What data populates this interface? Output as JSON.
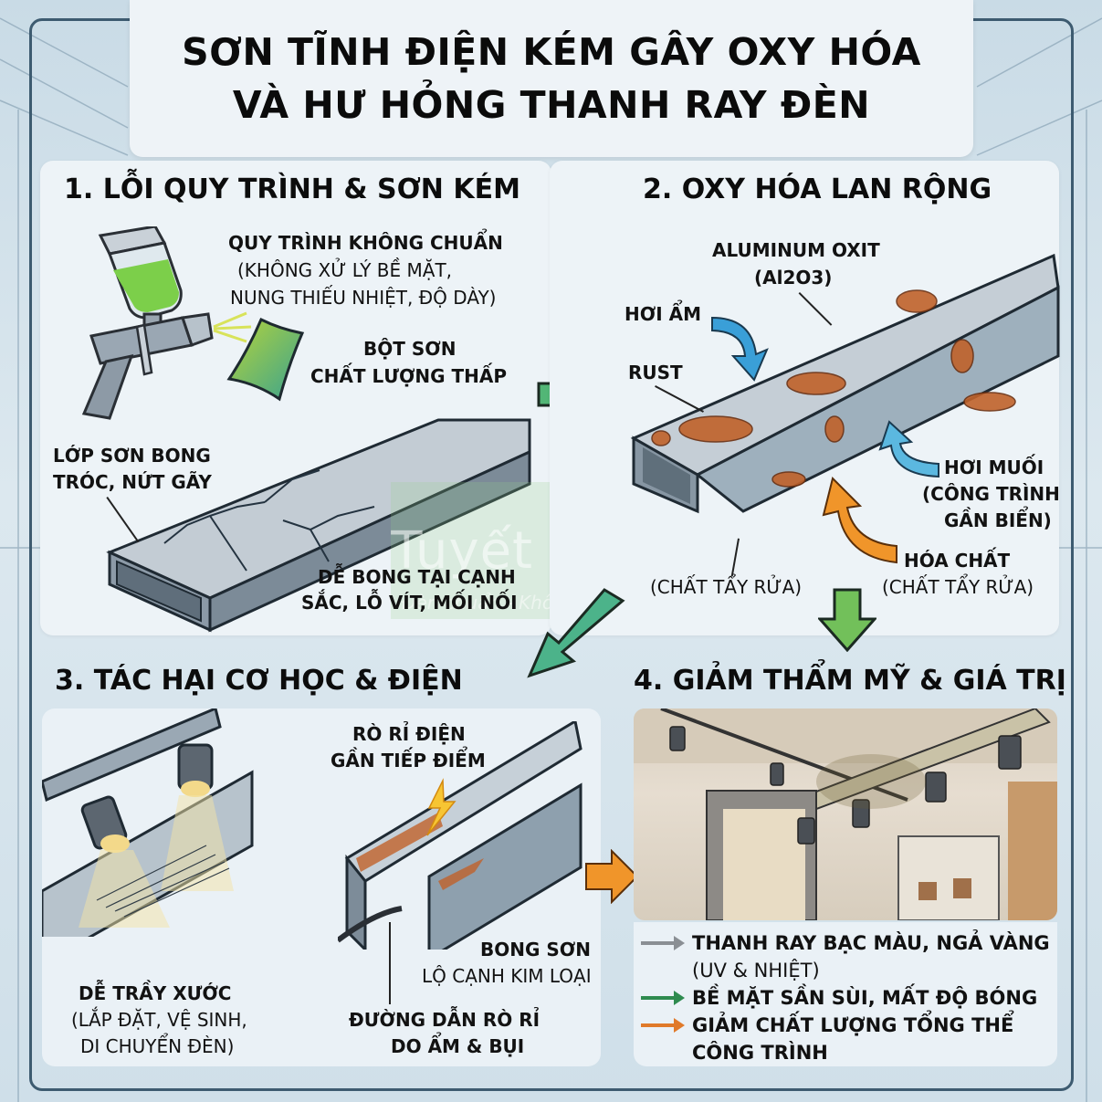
{
  "title": {
    "line1": "SƠN TĨNH ĐIỆN KÉM GÂY OXY HÓA",
    "line2": "VÀ HƯ HỎNG THANH RAY ĐÈN"
  },
  "sections": [
    {
      "number": "1",
      "title": "1. LỖI QUY TRÌNH & SƠN KÉM",
      "labels": {
        "process": [
          "QUY TRÌNH KHÔNG CHUẨN",
          "(KHÔNG XỬ LÝ BỀ MẶT,",
          "NUNG THIẾU NHIỆT, ĐỘ DÀY)"
        ],
        "powder": [
          "BỘT SƠN",
          "CHẤT LƯỢNG THẤP"
        ],
        "peeling": [
          "LỚP SƠN BONG",
          "TRÓC, NỨT GÃY"
        ],
        "edges": [
          "DỄ BONG TẠI CẠNH",
          "SẮC, LỖ VÍT, MỐI NỐI"
        ]
      },
      "icons": [
        "spray-gun-icon",
        "powder-sheet-icon",
        "cracked-rail-icon"
      ]
    },
    {
      "number": "2",
      "title": "2. OXY HÓA LAN RỘNG",
      "labels": {
        "oxide": [
          "ALUMINUM OXIT",
          "(Al2O3)"
        ],
        "moisture": "HƠI ẨM",
        "rust": "RUST",
        "salt": [
          "HƠI MUỐI",
          "(CÔNG TRÌNH",
          "GẦN BIỂN)"
        ],
        "chemical": [
          "HÓA CHẤT",
          "(CHẤT TẨY RỬA)"
        ],
        "cleaner": "(CHẤT TẨY RỬA)"
      },
      "icons": [
        "rusted-rail-icon"
      ]
    },
    {
      "number": "3",
      "title": "3. TÁC HẠI CƠ HỌC & ĐIỆN",
      "labels": {
        "leak": [
          "RÒ RỈ ĐIỆN",
          "GẦN TIẾP ĐIỂM"
        ],
        "scratch": [
          "DỄ TRẦY XƯỚC",
          "(LẮP ĐẶT, VỆ SINH,",
          "DI CHUYỂN ĐÈN)"
        ],
        "peel_edge": [
          "BONG SƠN",
          "LỘ CẠNH KIM LOẠI"
        ],
        "leak_path": [
          "ĐƯỜNG DẪN RÒ RỈ",
          "DO ẨM & BỤI"
        ]
      },
      "icons": [
        "track-light-icon",
        "lightning-icon",
        "cable-icon"
      ]
    },
    {
      "number": "4",
      "title": "4. GIẢM THẨM MỸ & GIÁ TRỊ",
      "legend": [
        {
          "arrow_color": "#8a8f94",
          "text": "THANH RAY BẠC MÀU, NGẢ VÀNG",
          "sub": "(UV & NHIỆT)"
        },
        {
          "arrow_color": "#2e8b4f",
          "text": "BỀ MẶT SẦN SÙI, MẤT ĐỘ BÓNG",
          "sub": ""
        },
        {
          "arrow_color": "#e07a2a",
          "text": "GIẢM CHẤT LƯỢNG TỔNG THỂ",
          "sub": "CÔNG TRÌNH"
        }
      ],
      "icons": [
        "showroom-scene-icon"
      ]
    }
  ],
  "watermark": {
    "brand": "Tuyết Lights",
    "tagline": "Đèn chuẩn - Không gian chất"
  },
  "colors": {
    "flow_arrow_green": "#4cb36a",
    "arrow_orange": "#f0952a",
    "arrow_blue": "#3a9fd8",
    "rust": "#c0622a",
    "frame": "#3d5b70"
  }
}
